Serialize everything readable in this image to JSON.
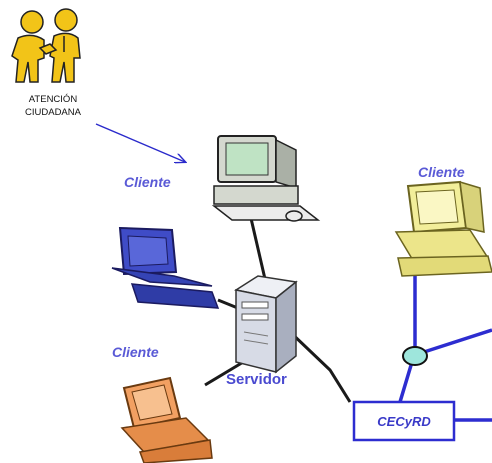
{
  "badge": {
    "line1": "ATENCIÓN",
    "line2": "CIUDADANA"
  },
  "labels": {
    "cliente_top_left": "Cliente",
    "cliente_top_right": "Cliente",
    "cliente_bottom_left": "Cliente",
    "servidor": "Servidor",
    "cecyrd": "CECyRD"
  },
  "colors": {
    "link_line": "#1a1a1a",
    "blue_line": "#2d2dd0",
    "hub": "#9ee6dc",
    "pc_green": "#bfe3c4",
    "pc_blue": "#3f4cc7",
    "pc_orange": "#f2a062",
    "pc_yellow": "#f2ee9a",
    "server": "#d7dbe6",
    "people": "#f2c418"
  }
}
